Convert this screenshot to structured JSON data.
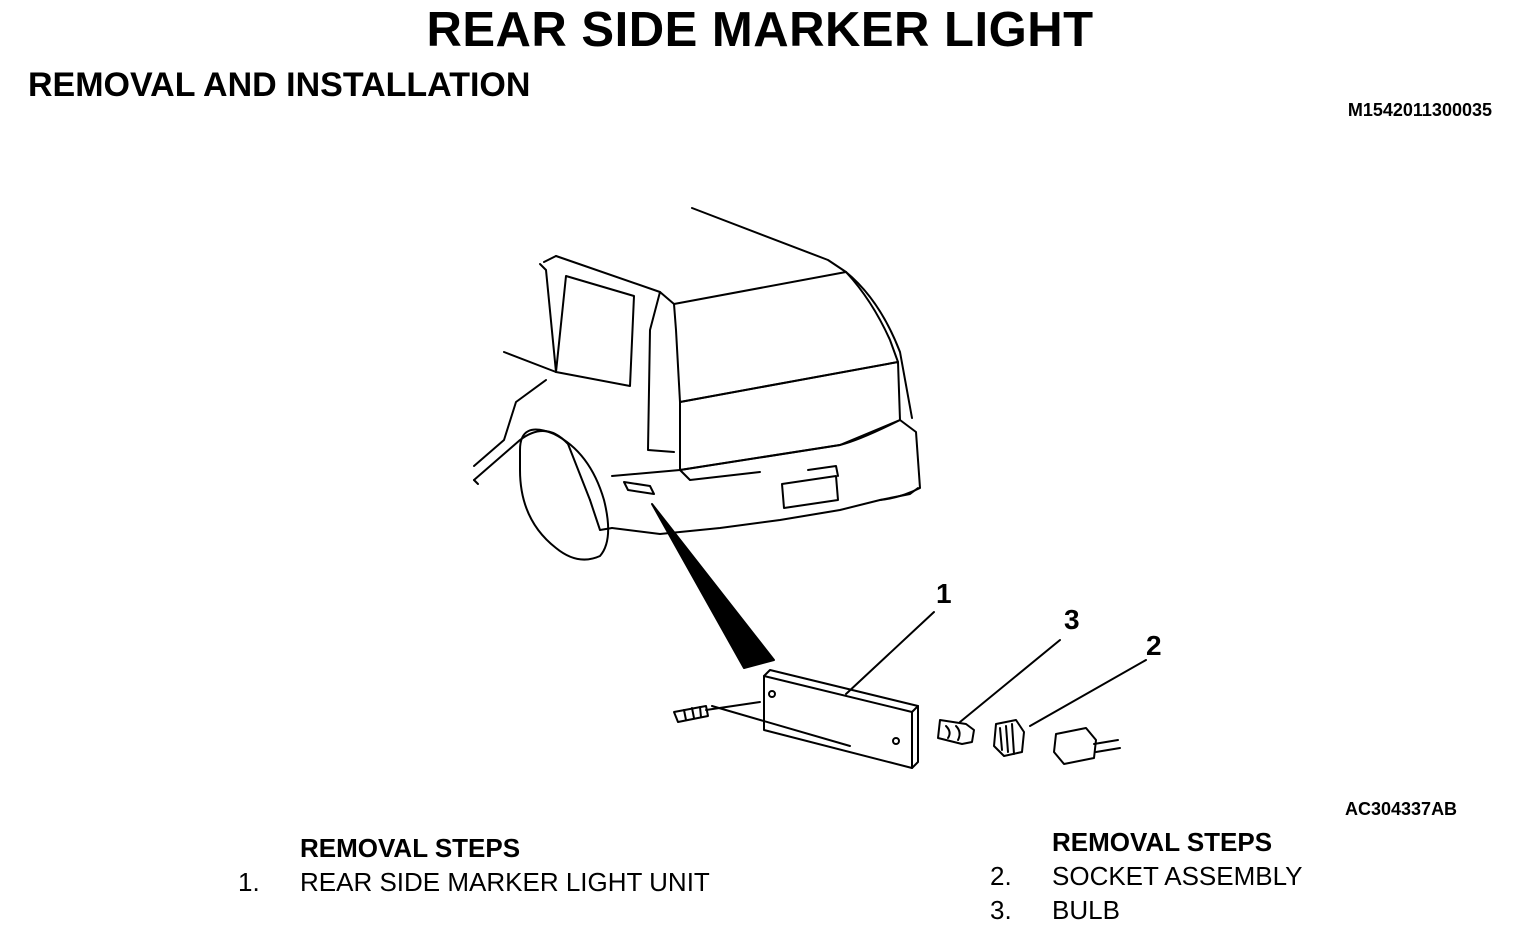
{
  "header": {
    "title": "REAR SIDE MARKER LIGHT",
    "subtitle": "REMOVAL AND INSTALLATION",
    "doc_id": "M1542011300035"
  },
  "figure": {
    "figure_id": "AC304337AB",
    "callouts": [
      "1",
      "3",
      "2"
    ]
  },
  "removal_steps_left": {
    "heading": "REMOVAL STEPS",
    "items": [
      {
        "num": "1.",
        "label": "REAR SIDE MARKER LIGHT UNIT"
      }
    ]
  },
  "removal_steps_right": {
    "heading": "REMOVAL STEPS",
    "items": [
      {
        "num": "2.",
        "label": "SOCKET ASSEMBLY"
      },
      {
        "num": "3.",
        "label": "BULB"
      }
    ]
  }
}
